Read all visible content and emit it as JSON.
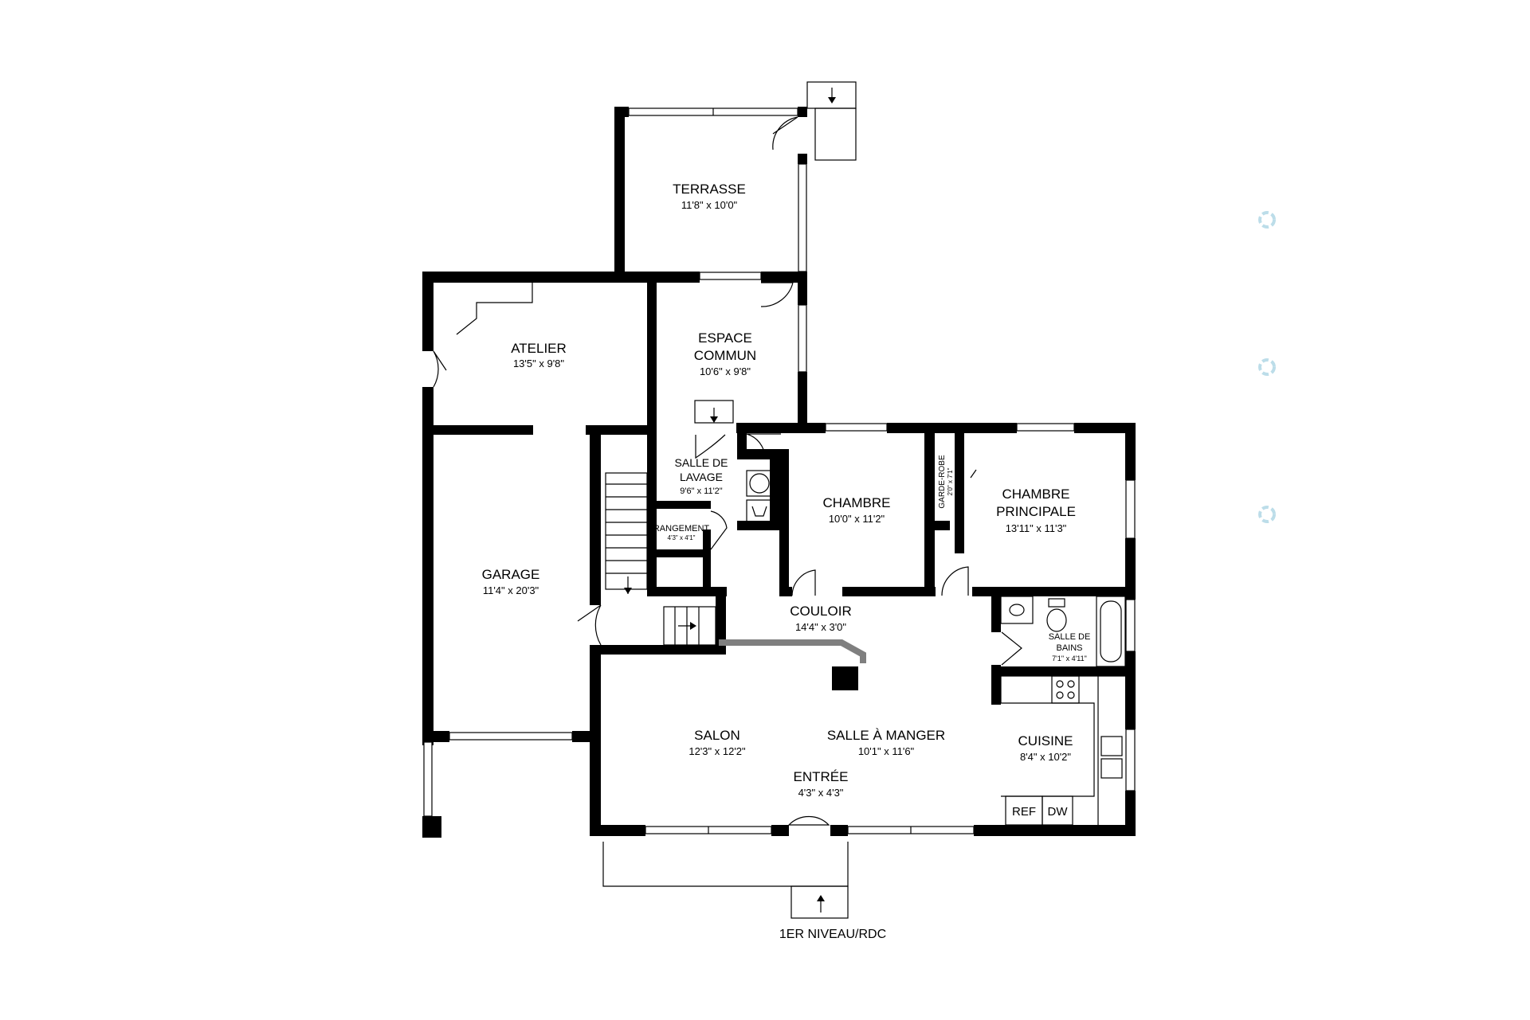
{
  "plan": {
    "level_label": "1ER NIVEAU/RDC",
    "wall_color": "#000000",
    "counter_color": "#7f7f7f",
    "logo_color": "#9fd3e6",
    "rooms": {
      "terrasse": {
        "name": "TERRASSE",
        "dim": "11'8\" x 10'0\""
      },
      "atelier": {
        "name": "ATELIER",
        "dim": "13'5\" x 9'8\""
      },
      "espace_commun": {
        "name1": "ESPACE",
        "name2": "COMMUN",
        "dim": "10'6\" x 9'8\""
      },
      "salle_lavage": {
        "name1": "SALLE DE",
        "name2": "LAVAGE",
        "dim": "9'6\" x 11'2\""
      },
      "rangement": {
        "name": "RANGEMENT",
        "dim": "4'3\" x 4'1\""
      },
      "chambre": {
        "name": "CHAMBRE",
        "dim": "10'0\" x 11'2\""
      },
      "garde_robe": {
        "name": "GARDE-ROBE",
        "dim": "2'0\" x 7'1\""
      },
      "chambre_principale": {
        "name1": "CHAMBRE",
        "name2": "PRINCIPALE",
        "dim": "13'11\" x 11'3\""
      },
      "garage": {
        "name": "GARAGE",
        "dim": "11'4\" x 20'3\""
      },
      "couloir": {
        "name": "COULOIR",
        "dim": "14'4\" x 3'0\""
      },
      "salle_bains": {
        "name1": "SALLE DE",
        "name2": "BAINS",
        "dim": "7'1\" x 4'11\""
      },
      "salon": {
        "name": "SALON",
        "dim": "12'3\" x 12'2\""
      },
      "salle_manger": {
        "name": "SALLE À MANGER",
        "dim": "10'1\" x 11'6\""
      },
      "cuisine": {
        "name": "CUISINE",
        "dim": "8'4\" x 10'2\""
      },
      "entree": {
        "name": "ENTRÉE",
        "dim": "4'3\" x 4'3\""
      }
    },
    "fixtures": {
      "refrigerator": "REF",
      "dishwasher": "DW"
    }
  }
}
